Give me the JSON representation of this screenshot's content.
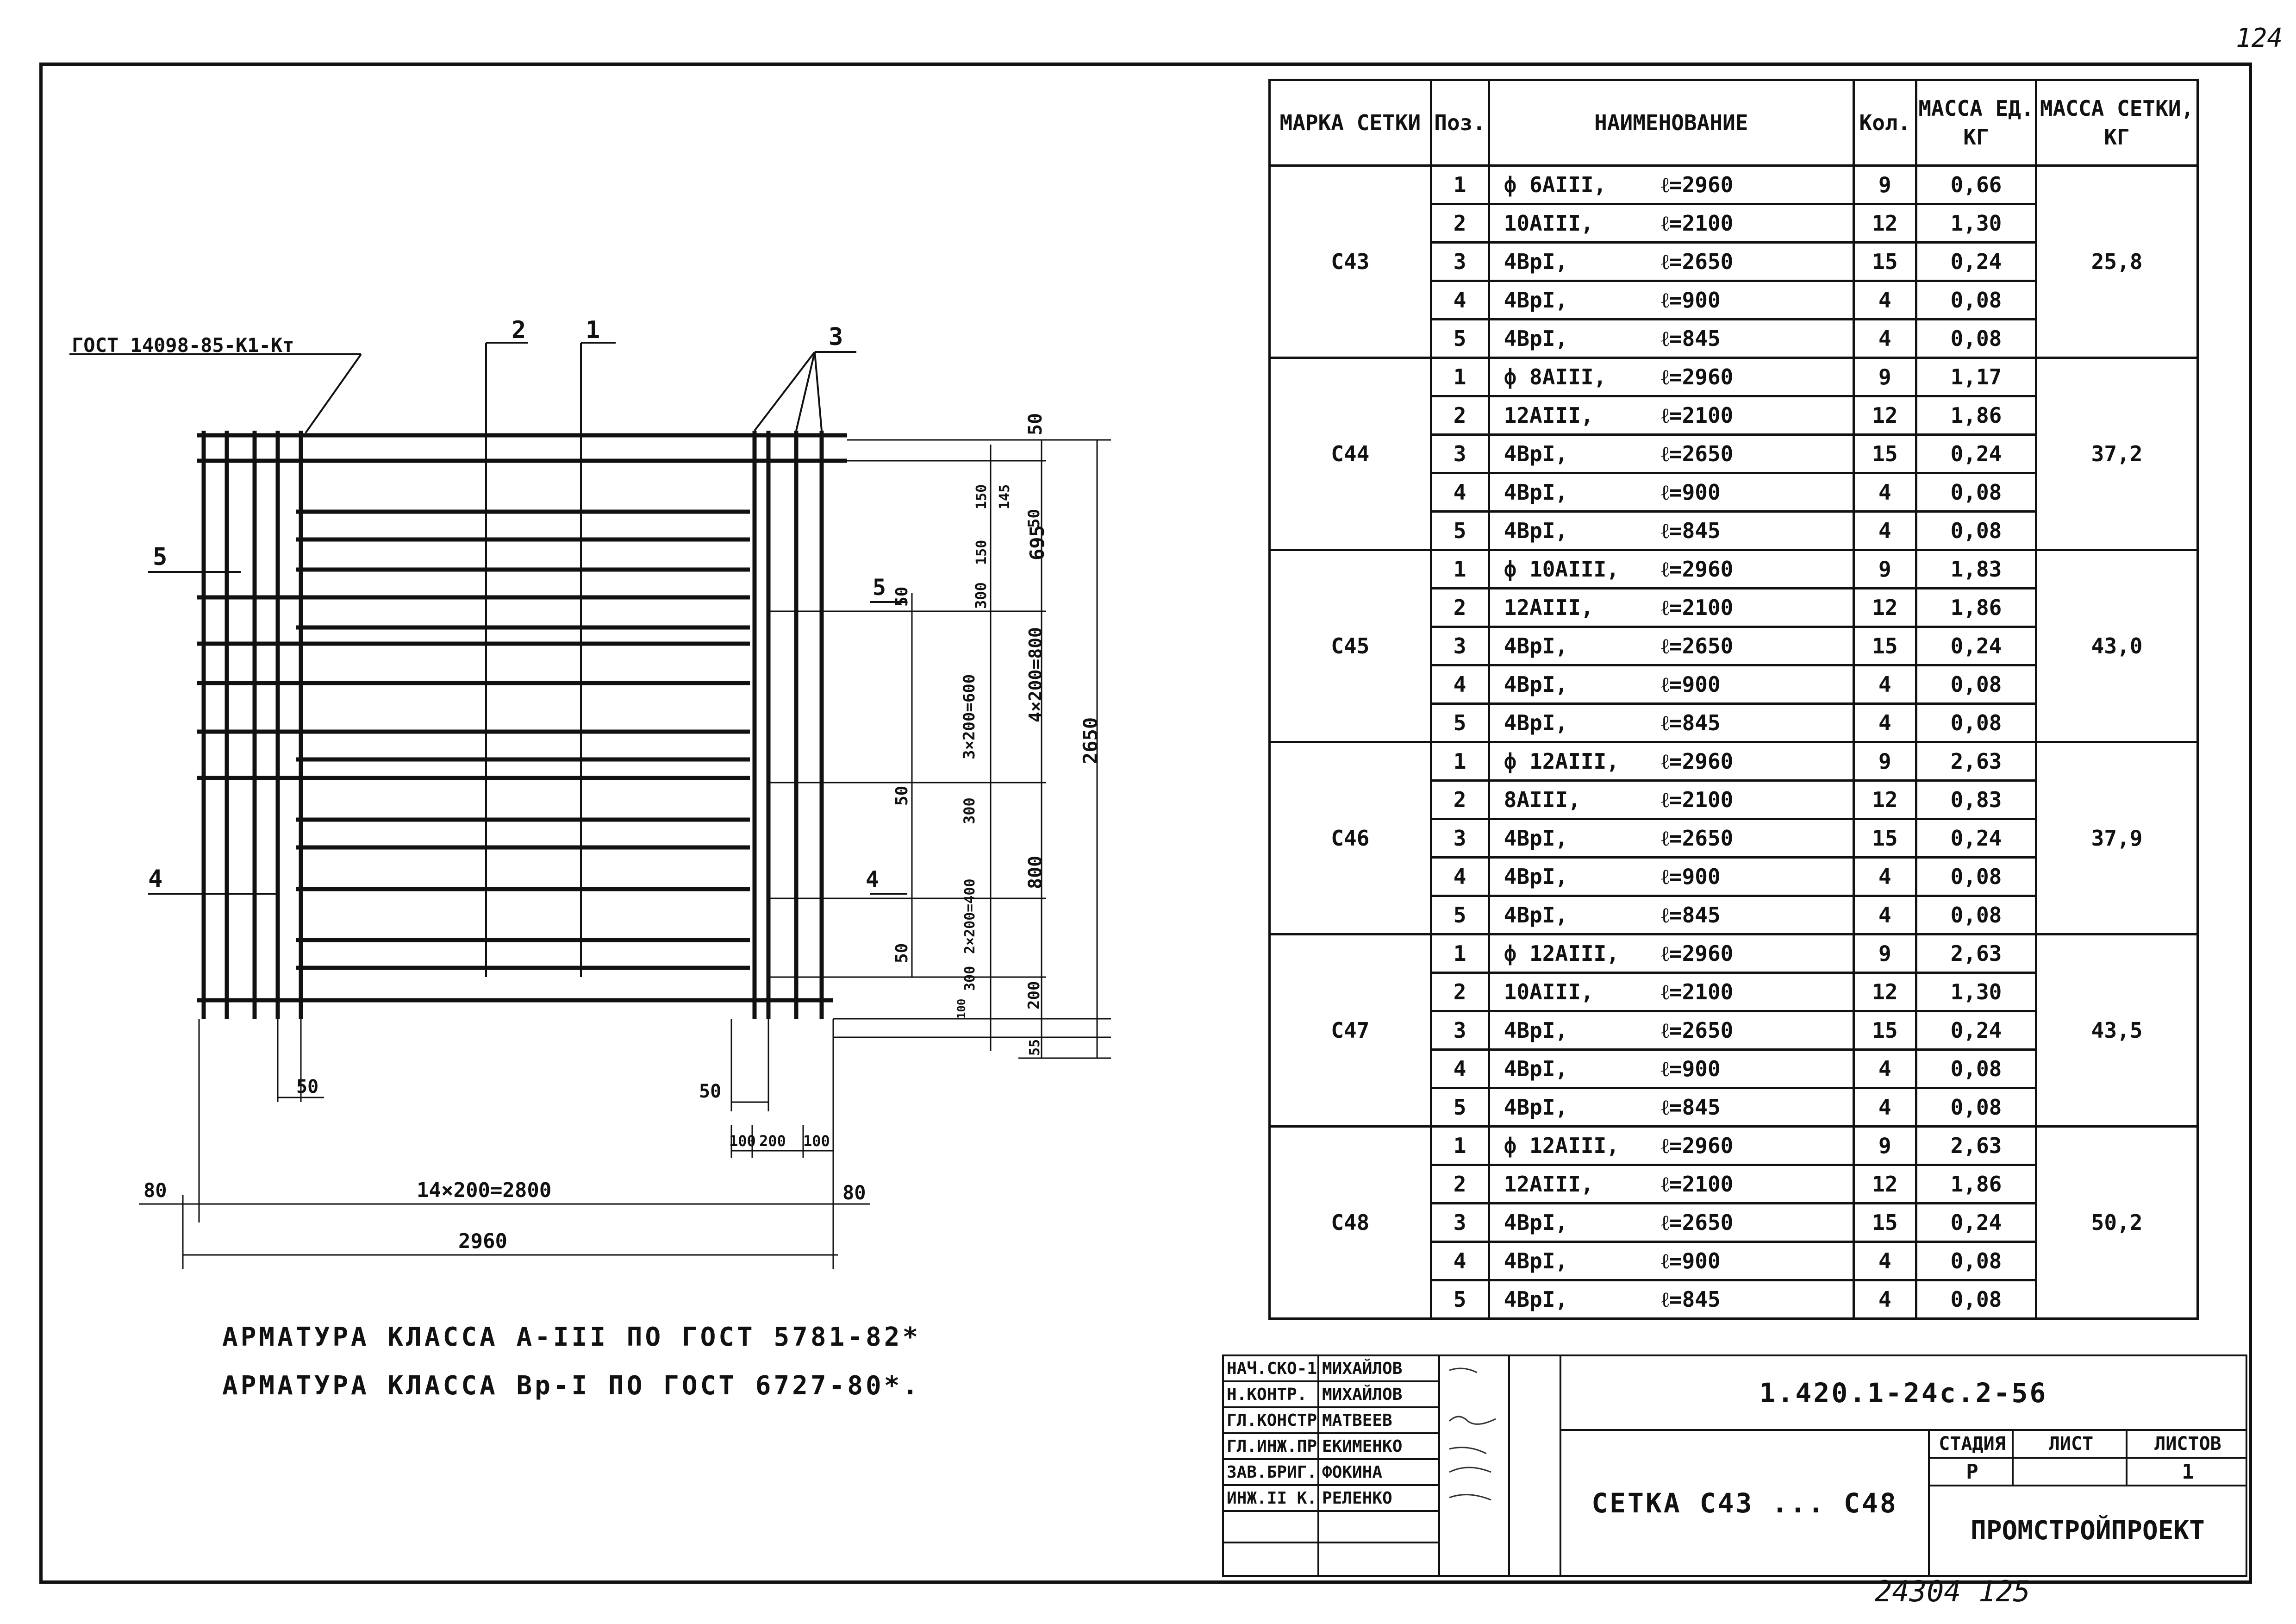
{
  "page_number": "124",
  "bottom_number": "24304  125",
  "drawing": {
    "leader_label": "ГОСТ 14098-85-К1-Кт",
    "pos_labels": [
      "1",
      "2",
      "3",
      "4",
      "5"
    ],
    "left_labels": {
      "p5": "5",
      "p4": "4"
    },
    "inner_labels": {
      "p5": "5",
      "p4": "4"
    },
    "dims": {
      "span_inner": "14×200=2800",
      "span_total": "2960",
      "left_80": "80",
      "right_80": "80",
      "left_50": "50",
      "mid_50": "50",
      "b100a": "100",
      "b200": "200",
      "b100b": "100",
      "d50_top": "50",
      "d50_145": "50",
      "d145": "145",
      "d150a": "150",
      "d150b": "150",
      "d300a": "300",
      "d3x200": "3×200=600",
      "d300b": "300",
      "d2x200": "2×200=400",
      "d300c": "300",
      "d100": "100",
      "d50a": "50",
      "d50b": "50",
      "d50c": "50",
      "d695": "695",
      "d4x200": "4×200=800",
      "d800": "800",
      "d200": "200",
      "d55": "55",
      "d2650": "2650"
    }
  },
  "spec_table": {
    "headers": [
      "МАРКА СЕТКИ",
      "Поз.",
      "НАИМЕНОВАНИЕ",
      "Кол.",
      "МАССА ЕД. КГ",
      "МАССА СЕТКИ, КГ"
    ],
    "groups": [
      {
        "mark": "С43",
        "total": "25,8",
        "rows": [
          {
            "pos": "1",
            "name": "ф 6АIII,",
            "len": "ℓ=2960",
            "qty": "9",
            "mass": "0,66"
          },
          {
            "pos": "2",
            "name": "10АIII,",
            "len": "ℓ=2100",
            "qty": "12",
            "mass": "1,30"
          },
          {
            "pos": "3",
            "name": "4ВрI,",
            "len": "ℓ=2650",
            "qty": "15",
            "mass": "0,24"
          },
          {
            "pos": "4",
            "name": "4ВрI,",
            "len": "ℓ=900",
            "qty": "4",
            "mass": "0,08"
          },
          {
            "pos": "5",
            "name": "4ВрI,",
            "len": "ℓ=845",
            "qty": "4",
            "mass": "0,08"
          }
        ]
      },
      {
        "mark": "С44",
        "total": "37,2",
        "rows": [
          {
            "pos": "1",
            "name": "ф 8АIII,",
            "len": "ℓ=2960",
            "qty": "9",
            "mass": "1,17"
          },
          {
            "pos": "2",
            "name": "12АIII,",
            "len": "ℓ=2100",
            "qty": "12",
            "mass": "1,86"
          },
          {
            "pos": "3",
            "name": "4ВрI,",
            "len": "ℓ=2650",
            "qty": "15",
            "mass": "0,24"
          },
          {
            "pos": "4",
            "name": "4ВрI,",
            "len": "ℓ=900",
            "qty": "4",
            "mass": "0,08"
          },
          {
            "pos": "5",
            "name": "4ВрI,",
            "len": "ℓ=845",
            "qty": "4",
            "mass": "0,08"
          }
        ]
      },
      {
        "mark": "С45",
        "total": "43,0",
        "rows": [
          {
            "pos": "1",
            "name": "ф 10АIII,",
            "len": "ℓ=2960",
            "qty": "9",
            "mass": "1,83"
          },
          {
            "pos": "2",
            "name": "12АIII,",
            "len": "ℓ=2100",
            "qty": "12",
            "mass": "1,86"
          },
          {
            "pos": "3",
            "name": "4ВрI,",
            "len": "ℓ=2650",
            "qty": "15",
            "mass": "0,24"
          },
          {
            "pos": "4",
            "name": "4ВрI,",
            "len": "ℓ=900",
            "qty": "4",
            "mass": "0,08"
          },
          {
            "pos": "5",
            "name": "4ВрI,",
            "len": "ℓ=845",
            "qty": "4",
            "mass": "0,08"
          }
        ]
      },
      {
        "mark": "С46",
        "total": "37,9",
        "rows": [
          {
            "pos": "1",
            "name": "ф 12АIII,",
            "len": "ℓ=2960",
            "qty": "9",
            "mass": "2,63"
          },
          {
            "pos": "2",
            "name": "8АIII,",
            "len": "ℓ=2100",
            "qty": "12",
            "mass": "0,83"
          },
          {
            "pos": "3",
            "name": "4ВрI,",
            "len": "ℓ=2650",
            "qty": "15",
            "mass": "0,24"
          },
          {
            "pos": "4",
            "name": "4ВрI,",
            "len": "ℓ=900",
            "qty": "4",
            "mass": "0,08"
          },
          {
            "pos": "5",
            "name": "4ВрI,",
            "len": "ℓ=845",
            "qty": "4",
            "mass": "0,08"
          }
        ]
      },
      {
        "mark": "С47",
        "total": "43,5",
        "rows": [
          {
            "pos": "1",
            "name": "ф 12АIII,",
            "len": "ℓ=2960",
            "qty": "9",
            "mass": "2,63"
          },
          {
            "pos": "2",
            "name": "10АIII,",
            "len": "ℓ=2100",
            "qty": "12",
            "mass": "1,30"
          },
          {
            "pos": "3",
            "name": "4ВрI,",
            "len": "ℓ=2650",
            "qty": "15",
            "mass": "0,24"
          },
          {
            "pos": "4",
            "name": "4ВрI,",
            "len": "ℓ=900",
            "qty": "4",
            "mass": "0,08"
          },
          {
            "pos": "5",
            "name": "4ВрI,",
            "len": "ℓ=845",
            "qty": "4",
            "mass": "0,08"
          }
        ]
      },
      {
        "mark": "С48",
        "total": "50,2",
        "rows": [
          {
            "pos": "1",
            "name": "ф 12АIII,",
            "len": "ℓ=2960",
            "qty": "9",
            "mass": "2,63"
          },
          {
            "pos": "2",
            "name": "12АIII,",
            "len": "ℓ=2100",
            "qty": "12",
            "mass": "1,86"
          },
          {
            "pos": "3",
            "name": "4ВрI,",
            "len": "ℓ=2650",
            "qty": "15",
            "mass": "0,24"
          },
          {
            "pos": "4",
            "name": "4ВрI,",
            "len": "ℓ=900",
            "qty": "4",
            "mass": "0,08"
          },
          {
            "pos": "5",
            "name": "4ВрI,",
            "len": "ℓ=845",
            "qty": "4",
            "mass": "0,08"
          }
        ]
      }
    ]
  },
  "notes": [
    "АРМАТУРА КЛАССА А-III ПО ГОСТ 5781-82*",
    "АРМАТУРА КЛАССА Вр-I ПО ГОСТ 6727-80*."
  ],
  "title_block": {
    "roles": [
      "НАЧ.СКО-1",
      "Н.КОНТР.",
      "ГЛ.КОНСТР.",
      "ГЛ.ИНЖ.ПР.",
      "ЗАВ.БРИГ.",
      "ИНЖ.II К."
    ],
    "names": [
      "МИХАЙЛОВ",
      "МИХАЙЛОВ",
      "МАТВЕЕВ",
      "ЕКИМЕНКО",
      "ФОКИНА",
      "РЕЛЕНКО"
    ],
    "code": "1.420.1-24с.2-56",
    "title": "СЕТКА С43 ... С48",
    "stage_label": "СТАДИЯ",
    "sheet_label": "ЛИСТ",
    "sheets_label": "ЛИСТОВ",
    "stage": "Р",
    "sheets": "1",
    "org": "ПРОМСТРОЙПРОЕКТ"
  }
}
